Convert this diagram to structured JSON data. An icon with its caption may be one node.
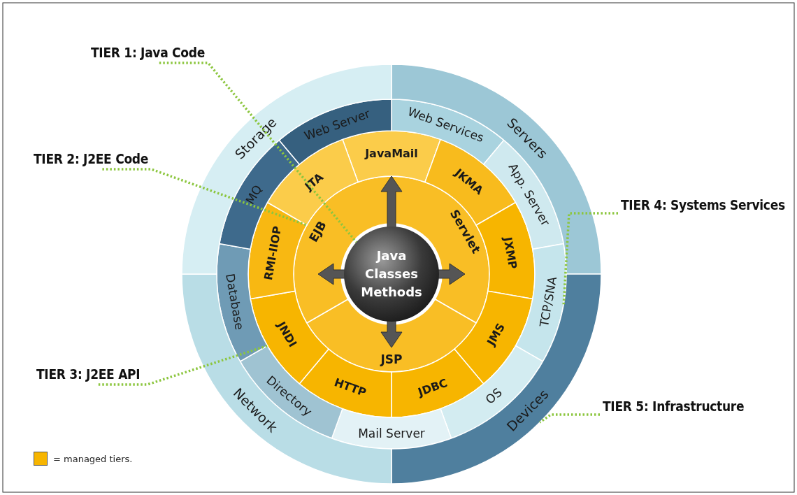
{
  "diagram": {
    "nodes": [
      {
        "text": [
          "Java Classes Methods"
        ]
      },
      {
        "text": [
          "Servlet"
        ]
      },
      {
        "text": [
          "JSP"
        ]
      },
      {
        "text": [
          "EJB"
        ]
      },
      {
        "text": [
          "JavaMail"
        ]
      },
      {
        "text": [
          "JKMA"
        ]
      },
      {
        "text": [
          "JXMP"
        ]
      },
      {
        "text": [
          "JMS"
        ]
      },
      {
        "text": [
          "JDBC"
        ]
      },
      {
        "text": [
          "HTTP"
        ]
      },
      {
        "text": [
          "JNDI"
        ]
      },
      {
        "text": [
          "RMI-IIOP"
        ]
      },
      {
        "text": [
          "JTA"
        ]
      },
      {
        "text": [
          "Web Services"
        ]
      },
      {
        "text": [
          "App. Server"
        ]
      },
      {
        "text": [
          "TCP/SNA"
        ]
      },
      {
        "text": [
          "OS"
        ]
      },
      {
        "text": [
          "Mail Server"
        ]
      },
      {
        "text": [
          "Directory"
        ]
      },
      {
        "text": [
          "Database"
        ]
      },
      {
        "text": [
          "MQ"
        ]
      },
      {
        "text": [
          "Web Server"
        ]
      },
      {
        "text": [
          "Servers"
        ]
      },
      {
        "text": [
          "Devices"
        ]
      },
      {
        "text": [
          "Network"
        ]
      },
      {
        "text": [
          "Storage"
        ]
      },
      {
        "text": [
          "TIER 1: Java Code"
        ]
      },
      {
        "text": [
          "TIER 2: J2EE Code"
        ]
      },
      {
        "text": [
          "TIER 3: J2EE API"
        ]
      },
      {
        "text": [
          "TIER 4: Systems Services"
        ]
      },
      {
        "text": [
          "TIER 5: Infrastructure"
        ]
      }
    ],
    "edges": [
      {
        "from": 26,
        "to": 0,
        "arrow": "none"
      },
      {
        "from": 27,
        "to": 3,
        "arrow": "none"
      },
      {
        "from": 28,
        "to": 10,
        "arrow": "none"
      },
      {
        "from": 29,
        "to": 15,
        "arrow": "none"
      },
      {
        "from": 30,
        "to": 23,
        "arrow": "none"
      },
      {
        "from": 0,
        "to": 4,
        "arrow": "to",
        "style": "thick",
        "color": "#555555"
      },
      {
        "from": 0,
        "to": 1,
        "arrow": "to",
        "style": "thick",
        "color": "#555555"
      },
      {
        "from": 0,
        "to": 2,
        "arrow": "to",
        "style": "thick",
        "color": "#555555"
      },
      {
        "from": 0,
        "to": 3,
        "arrow": "to",
        "style": "thick",
        "color": "#555555"
      }
    ],
    "legend": [
      {
        "text": "= managed tiers.",
        "color": "#f7b500"
      }
    ]
  }
}
